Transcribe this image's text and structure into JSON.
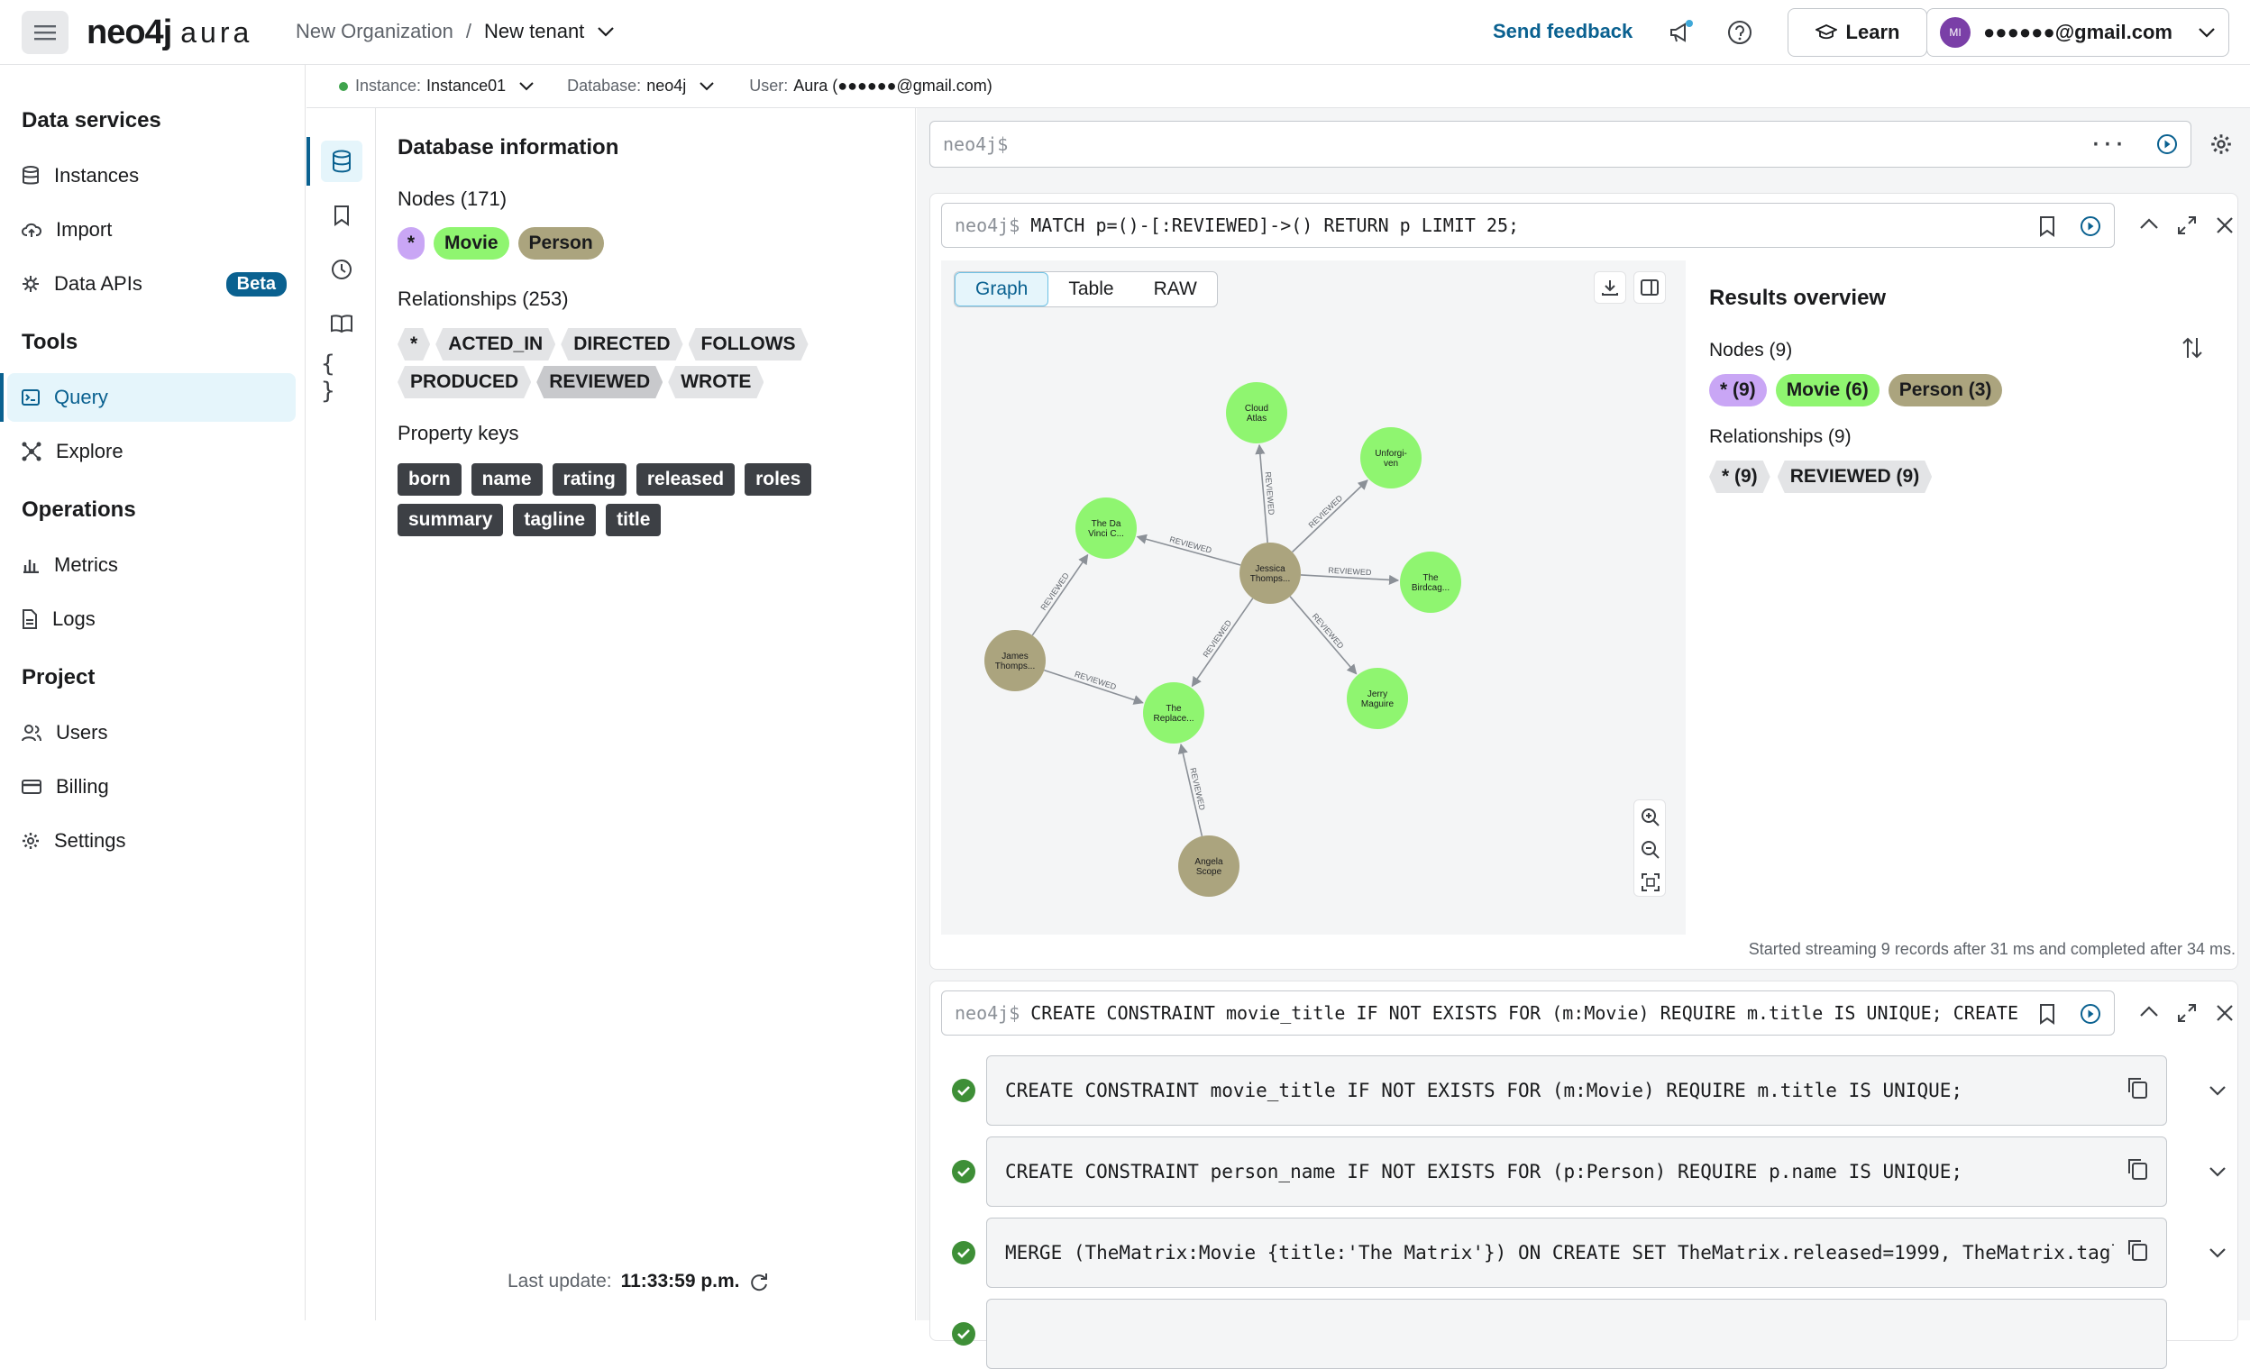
{
  "header": {
    "logo_main": "neo4j",
    "logo_sub": "aura",
    "org": "New Organization",
    "sep": "/",
    "tenant": "New tenant",
    "send_feedback": "Send feedback",
    "learn": "Learn",
    "user_initials": "MI",
    "user_email": "●●●●●●@gmail.com"
  },
  "sidebar": {
    "data_services": "Data services",
    "instances": "Instances",
    "import": "Import",
    "data_apis": "Data APIs",
    "beta": "Beta",
    "tools": "Tools",
    "query": "Query",
    "explore": "Explore",
    "operations": "Operations",
    "metrics": "Metrics",
    "logs": "Logs",
    "project": "Project",
    "users": "Users",
    "billing": "Billing",
    "settings": "Settings"
  },
  "instbar": {
    "instance_label": "Instance:",
    "instance_value": "Instance01",
    "database_label": "Database:",
    "database_value": "neo4j",
    "user_label": "User:",
    "user_value": "Aura (●●●●●●@gmail.com)"
  },
  "dbinfo": {
    "title": "Database information",
    "nodes_label": "Nodes (171)",
    "node_labels": [
      "*",
      "Movie",
      "Person"
    ],
    "rels_label": "Relationships (253)",
    "rel_types": [
      "*",
      "ACTED_IN",
      "DIRECTED",
      "FOLLOWS",
      "PRODUCED",
      "REVIEWED",
      "WROTE"
    ],
    "prop_label": "Property keys",
    "prop_keys": [
      "born",
      "name",
      "rating",
      "released",
      "roles",
      "summary",
      "tagline",
      "title"
    ],
    "last_update_label": "Last update:",
    "last_update_value": "11:33:59 p.m."
  },
  "editor": {
    "placeholder": "neo4j$"
  },
  "frame1": {
    "prompt": "neo4j$",
    "query": "MATCH p=()-[:REVIEWED]->() RETURN p LIMIT 25;",
    "tabs": [
      "Graph",
      "Table",
      "RAW"
    ],
    "overview_title": "Results overview",
    "ov_nodes": "Nodes (9)",
    "ov_node_pills": [
      "* (9)",
      "Movie (6)",
      "Person (3)"
    ],
    "ov_rels": "Relationships (9)",
    "ov_rel_pills": [
      "* (9)",
      "REVIEWED (9)"
    ],
    "status": "Started streaming 9 records after 31 ms and completed after 34 ms."
  },
  "graph": {
    "rel_label": "REVIEWED",
    "nodes": [
      {
        "id": "cloud",
        "label1": "Cloud",
        "label2": "Atlas",
        "kind": "movie"
      },
      {
        "id": "unforgiven",
        "label1": "Unforgi-",
        "label2": "ven",
        "kind": "movie"
      },
      {
        "id": "davinci",
        "label1": "The Da",
        "label2": "Vinci C...",
        "kind": "movie"
      },
      {
        "id": "jessica",
        "label1": "Jessica",
        "label2": "Thomps...",
        "kind": "person"
      },
      {
        "id": "birdcage",
        "label1": "The",
        "label2": "Birdcag...",
        "kind": "movie"
      },
      {
        "id": "james",
        "label1": "James",
        "label2": "Thomps...",
        "kind": "person"
      },
      {
        "id": "replacements",
        "label1": "The",
        "label2": "Replace...",
        "kind": "movie"
      },
      {
        "id": "jerry",
        "label1": "Jerry",
        "label2": "Maguire",
        "kind": "movie"
      },
      {
        "id": "angela",
        "label1": "Angela",
        "label2": "Scope",
        "kind": "person"
      }
    ]
  },
  "frame2": {
    "prompt": "neo4j$",
    "query": "CREATE CONSTRAINT movie_title IF NOT EXISTS FOR (m:Movie) REQUIRE m.title IS UNIQUE; CREATE",
    "rows": [
      "CREATE CONSTRAINT movie_title IF NOT EXISTS FOR (m:Movie) REQUIRE m.title IS UNIQUE;",
      "CREATE CONSTRAINT person_name IF NOT EXISTS FOR (p:Person) REQUIRE p.name IS UNIQUE;",
      "MERGE (TheMatrix:Movie {title:'The Matrix'}) ON CREATE SET TheMatrix.released=1999, TheMatrix.tagline='Welcome to the Real World'"
    ]
  },
  "colors": {
    "accent": "#0a6190",
    "movie": "#8ff570",
    "person": "#aba47e",
    "star": "#c9a6f5"
  }
}
